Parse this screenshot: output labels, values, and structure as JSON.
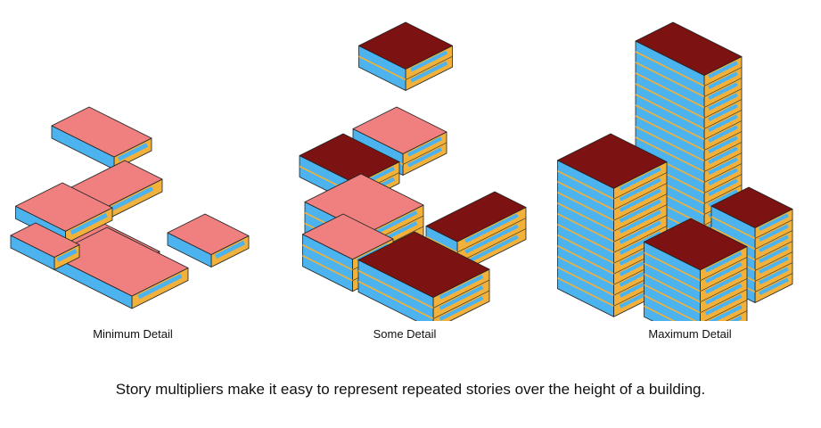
{
  "colors": {
    "roof_light": "#f08080",
    "roof_dark": "#7d1212",
    "wall_orange": "#f2b13a",
    "wall_blue": "#4db3ee",
    "outline": "#222222"
  },
  "panels": [
    {
      "key": "min",
      "label": "Minimum Detail",
      "roof": "light"
    },
    {
      "key": "some",
      "label": "Some Detail",
      "roof": "mixed"
    },
    {
      "key": "max",
      "label": "Maximum Detail",
      "roof": "dark"
    }
  ],
  "caption": "Story multipliers make it easy to represent repeated stories over the height of a building."
}
